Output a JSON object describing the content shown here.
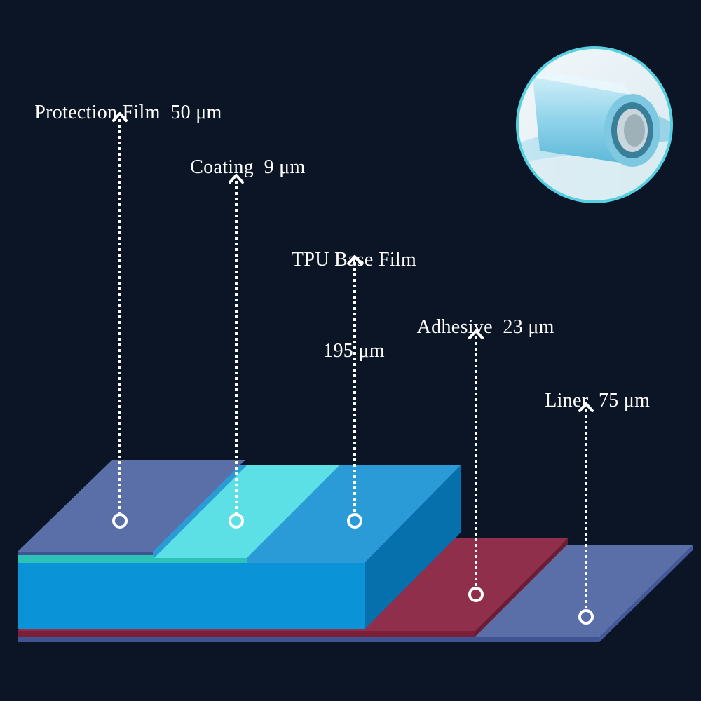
{
  "layers": [
    {
      "key": "protection",
      "name": "Protection Film",
      "thickness": "50 μm",
      "color": "#5a6fa8"
    },
    {
      "key": "coating",
      "name": "Coating",
      "thickness": "9 μm",
      "color": "#5ce0e6"
    },
    {
      "key": "tpu",
      "name": "TPU Base Film",
      "thickness": "195 μm",
      "color": "#2b9bd8"
    },
    {
      "key": "adhesive",
      "name": "Adhesive",
      "thickness": "23 μm",
      "color": "#8f2f4b"
    },
    {
      "key": "liner",
      "name": "Liner",
      "thickness": "75 μm",
      "color": "#5a6fa8"
    }
  ],
  "colors": {
    "background": "#0b1526",
    "arrow": "#ffffff",
    "tpu_front": "#0a93d6",
    "tpu_side": "#0670ad",
    "roll_ring": "#56cfe0"
  },
  "product_image": {
    "icon": "film-roll-photo-icon"
  }
}
